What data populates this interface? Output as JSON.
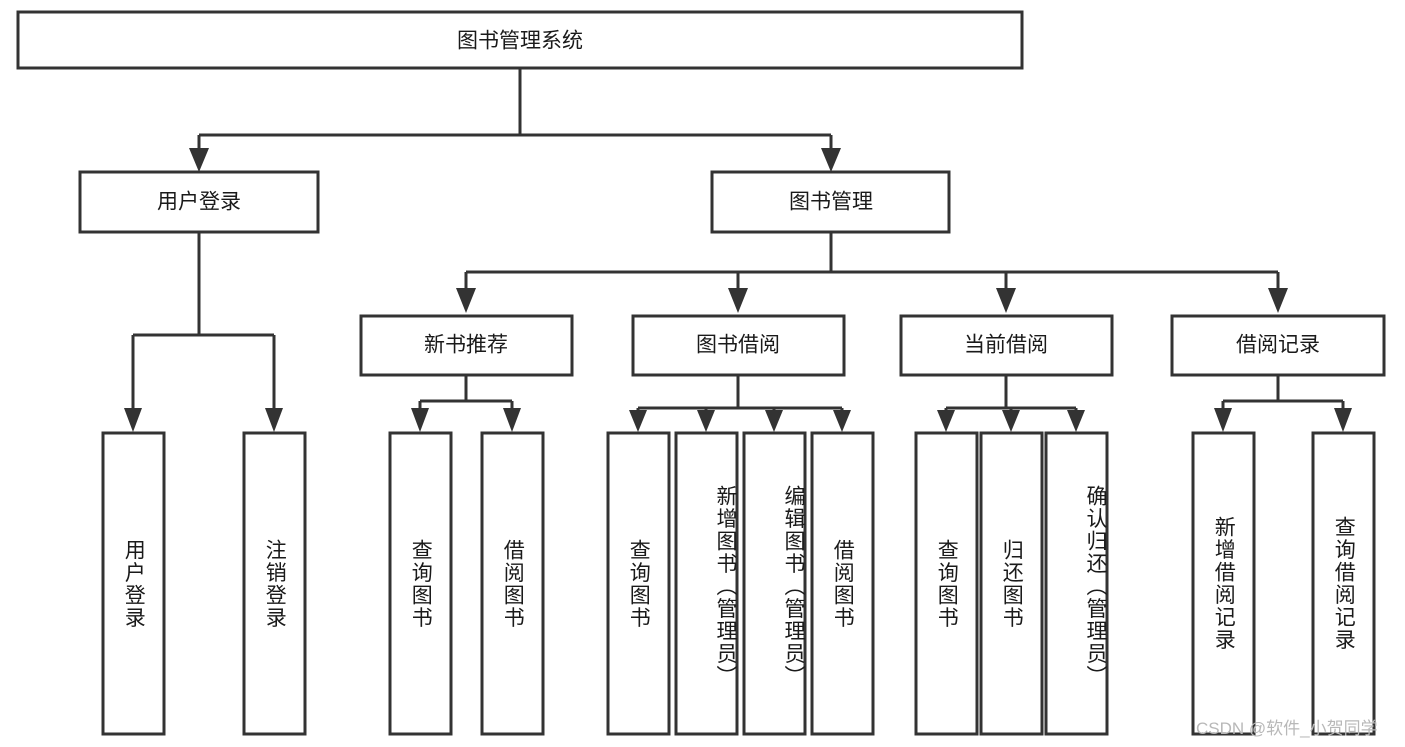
{
  "diagram": {
    "type": "tree-hierarchy",
    "orientation": "top-down",
    "title": "图书管理系统",
    "background_color": "#ffffff",
    "box_stroke_color": "#333333",
    "box_fill_color": "#ffffff",
    "text_color": "#1a1a1a",
    "levels": {
      "level1": [
        "图书管理系统"
      ],
      "level2": [
        "用户登录",
        "图书管理"
      ],
      "level3": [
        "新书推荐",
        "图书借阅",
        "当前借阅",
        "借阅记录"
      ],
      "level4": [
        "用户登录",
        "注销登录",
        "查询图书",
        "借阅图书",
        "查询图书",
        "新增图书（管理员）",
        "编辑图书（管理员）",
        "借阅图书",
        "查询图书",
        "归还图书",
        "确认归还（管理员）",
        "新增借阅记录",
        "查询借阅记录"
      ]
    },
    "nodes": {
      "root": {
        "label": "图书管理系统"
      },
      "user_login": {
        "label": "用户登录"
      },
      "book_manage": {
        "label": "图书管理"
      },
      "new_book_rec": {
        "label": "新书推荐"
      },
      "book_borrow": {
        "label": "图书借阅"
      },
      "current_borrow": {
        "label": "当前借阅"
      },
      "borrow_record": {
        "label": "借阅记录"
      },
      "leaf_user_login": {
        "label": "用户登录"
      },
      "leaf_logout": {
        "label": "注销登录"
      },
      "leaf_query_book_1": {
        "label": "查询图书"
      },
      "leaf_borrow_book_1": {
        "label": "借阅图书"
      },
      "leaf_query_book_2": {
        "label": "查询图书"
      },
      "leaf_add_book": {
        "label": "新增图书（管理员）"
      },
      "leaf_edit_book": {
        "label": "编辑图书（管理员）"
      },
      "leaf_borrow_book_2": {
        "label": "借阅图书"
      },
      "leaf_query_book_3": {
        "label": "查询图书"
      },
      "leaf_return_book": {
        "label": "归还图书"
      },
      "leaf_confirm_return": {
        "label": "确认归还（管理员）"
      },
      "leaf_add_record": {
        "label": "新增借阅记录"
      },
      "leaf_query_record": {
        "label": "查询借阅记录"
      }
    }
  },
  "watermark": {
    "text": "CSDN @软件_小贺同学",
    "color": "#b8b8b8"
  }
}
